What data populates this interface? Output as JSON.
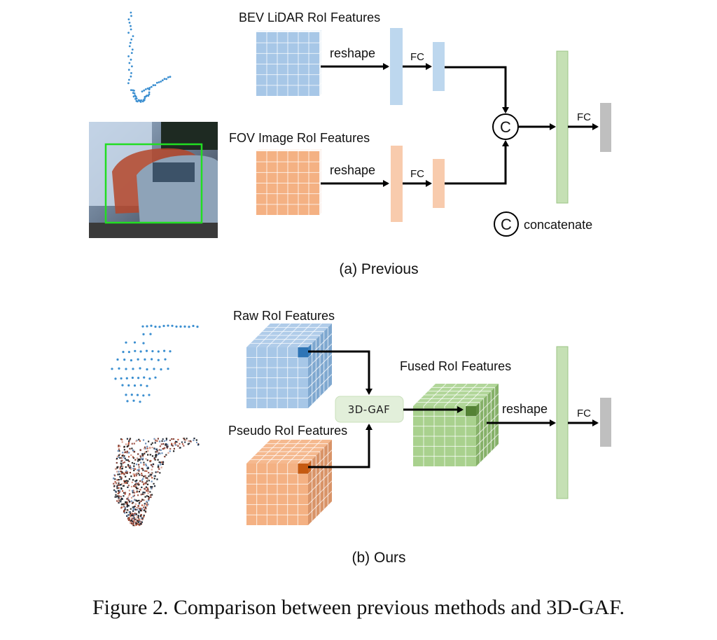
{
  "figure": {
    "caption": "Figure 2. Comparison between previous methods and 3D-GAF.",
    "colors": {
      "lidar_blue": "#a7c7e7",
      "lidar_blue_dark": "#7fa8d0",
      "image_orange": "#f4b183",
      "image_orange_dark": "#d99468",
      "fused_green": "#a9d18e",
      "fused_green_dark": "#86b169",
      "bar_blue": "#bdd7ee",
      "bar_orange": "#f8cbad",
      "bar_green": "#c5e0b4",
      "bar_gray": "#bfbfbf",
      "highlight_blue": "#2e75b6",
      "highlight_orange": "#c55a11",
      "highlight_green": "#548235",
      "gaf_box": "#e2efda",
      "roi_box": "#22dd22"
    }
  },
  "panel_a": {
    "subcaption": "(a) Previous",
    "bev_label": "BEV LiDAR RoI Features",
    "fov_label": "FOV Image RoI Features",
    "reshape_top": "reshape",
    "reshape_bottom": "reshape",
    "fc_top": "FC",
    "fc_bottom": "FC",
    "fc_out": "FC",
    "concat_symbol": "C",
    "legend_symbol": "C",
    "legend_text": "concatenate",
    "lidar_image": "lidar-point-cloud",
    "camera_image": "camera-crop-with-roi-box"
  },
  "panel_b": {
    "subcaption": "(b) Ours",
    "raw_label": "Raw RoI Features",
    "pseudo_label": "Pseudo RoI Features",
    "fused_label": "Fused RoI Features",
    "gaf_label": "3D-GAF",
    "reshape": "reshape",
    "fc_out": "FC",
    "raw_points_image": "raw-lidar-points",
    "pseudo_points_image": "pseudo-point-cloud"
  }
}
